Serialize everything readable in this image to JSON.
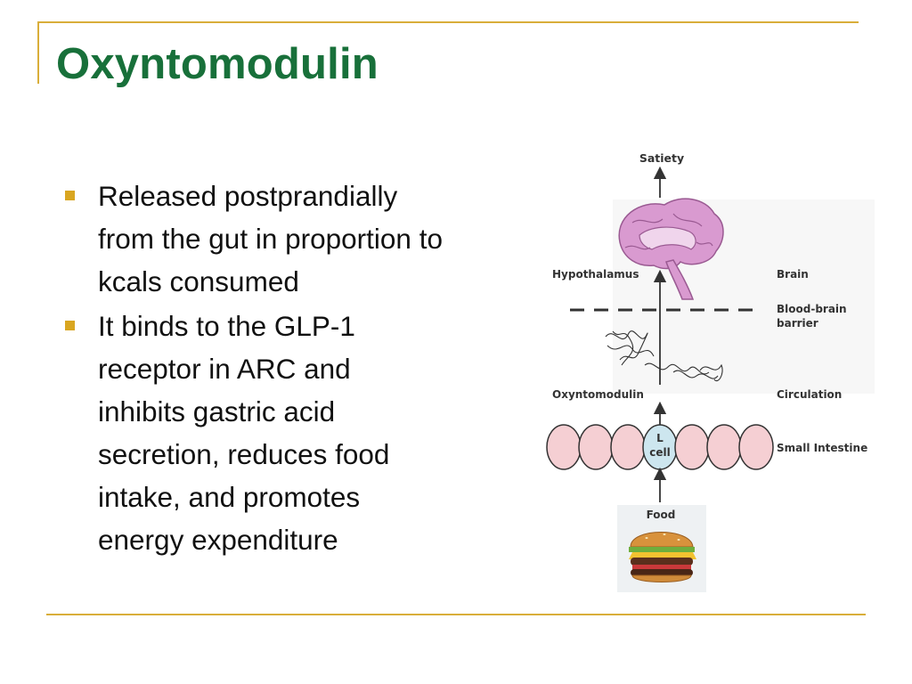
{
  "title": "Oxyntomodulin",
  "bullets": [
    {
      "lines": [
        "Released postprandially",
        "from the gut in proportion to",
        "kcals consumed"
      ]
    },
    {
      "lines": [
        "It binds to the GLP-1",
        "receptor in ARC and",
        "inhibits gastric acid",
        "secretion, reduces food",
        "intake, and promotes",
        "energy expenditure"
      ]
    }
  ],
  "diagram": {
    "satiety": "Satiety",
    "hypothalamus": "Hypothalamus",
    "brain": "Brain",
    "bbb_line1": "Blood-brain",
    "bbb_line2": "barrier",
    "oxyntomodulin": "Oxyntomodulin",
    "circulation": "Circulation",
    "lcell_line1": "L",
    "lcell_line2": "cell",
    "small_intestine": "Small Intestine",
    "food": "Food"
  },
  "colors": {
    "title": "#18703a",
    "accent_gold": "#d9ae3a",
    "brain_pink": "#d99ad0",
    "cell_pink": "#f5cfd3",
    "lcell_blue": "#cde6ef"
  }
}
